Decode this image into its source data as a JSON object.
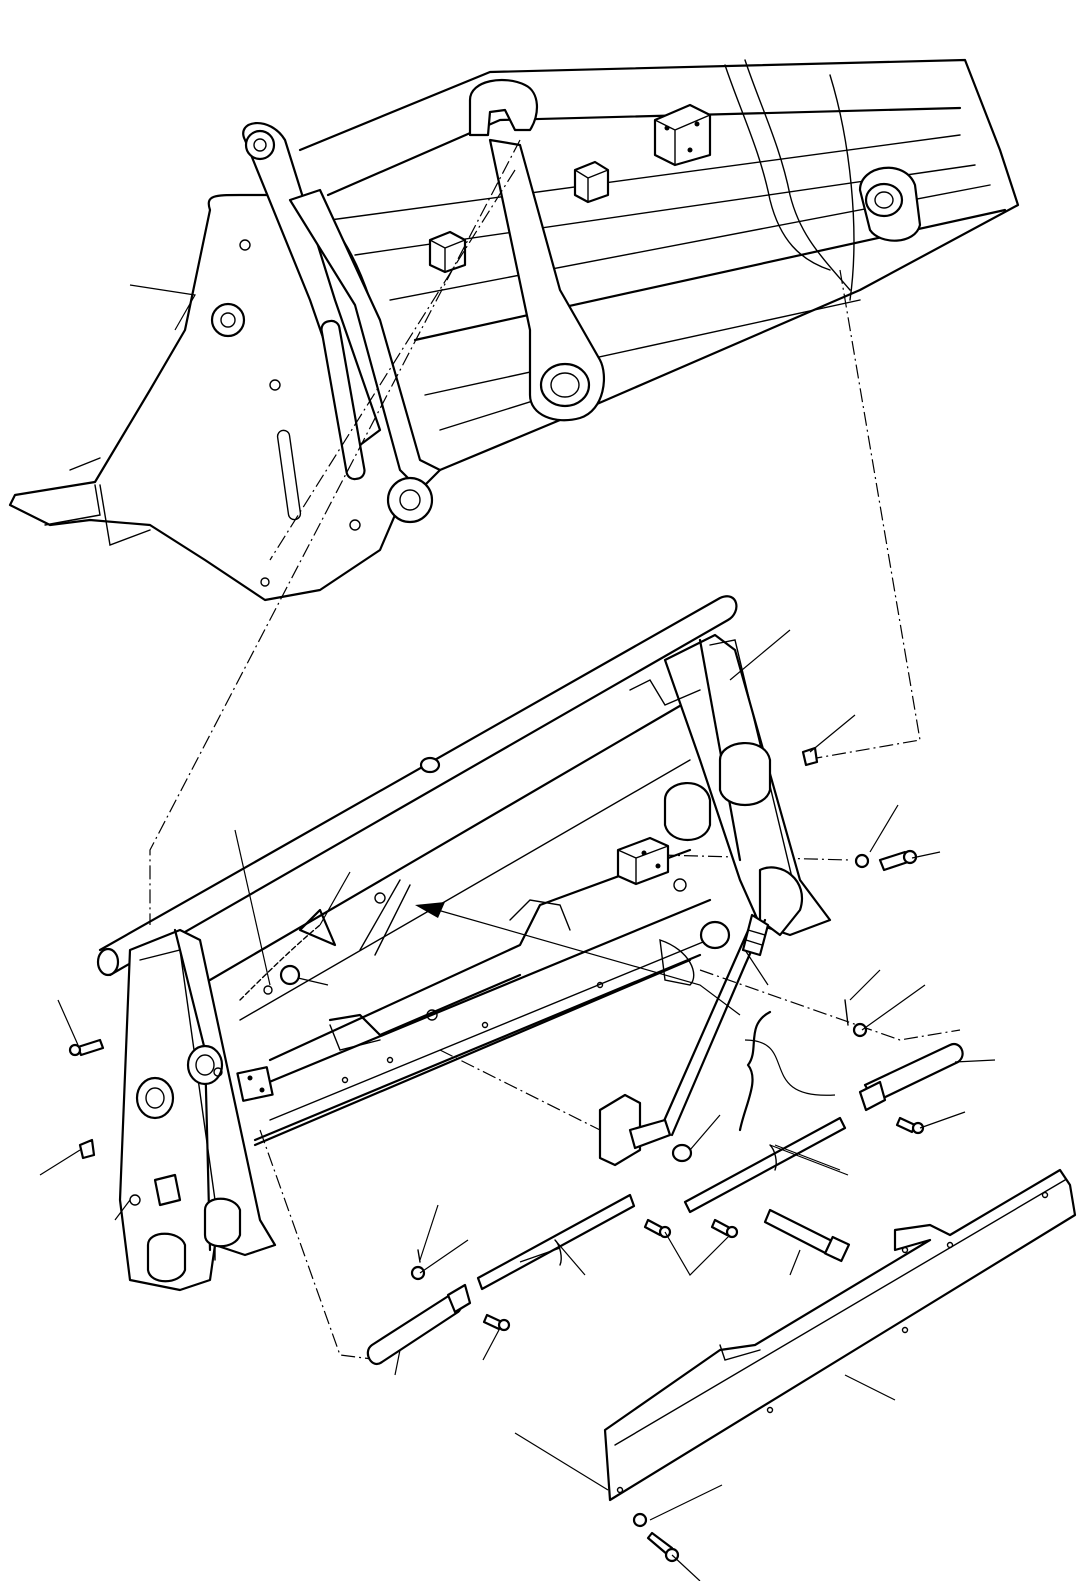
{
  "diagram": {
    "kind": "exploded-parts-drawing",
    "style": "black line art on white",
    "parts": [
      "bucket",
      "quick-coupler-frame",
      "locking-lever",
      "locking-pins",
      "linkage-rods",
      "cover-plate",
      "bolts",
      "washers",
      "grease-nipples",
      "retaining-chain"
    ],
    "callout_count": 30,
    "colors": {
      "line": "#000000",
      "background": "#ffffff"
    }
  }
}
